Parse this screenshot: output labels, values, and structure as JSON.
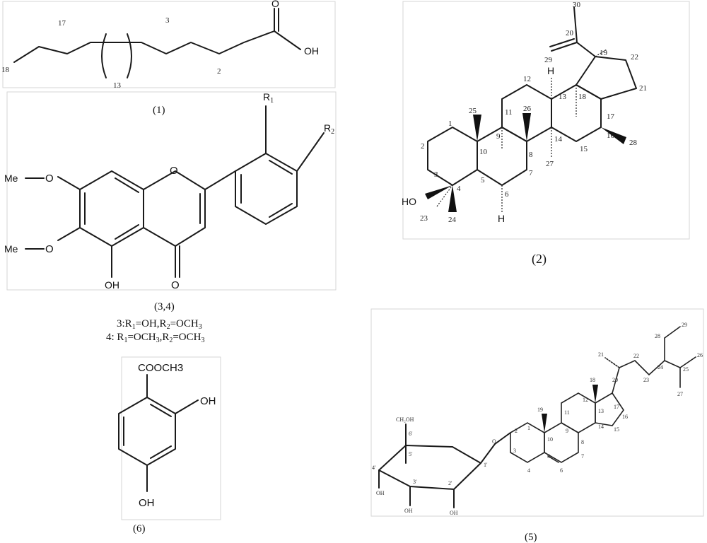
{
  "compound1": {
    "caption": "(1)",
    "carbons": {
      "c17": "17",
      "c3": "3",
      "c18": "18",
      "c2": "2",
      "repeat": "13"
    },
    "atoms": {
      "o": "O",
      "oh": "OH"
    }
  },
  "compound2": {
    "caption": "(2)",
    "ho": "HO",
    "h": "H",
    "numbers": [
      "30",
      "20",
      "29",
      "19",
      "22",
      "21",
      "12",
      "13",
      "18",
      "11",
      "17",
      "28",
      "25",
      "26",
      "1",
      "9",
      "10",
      "14",
      "2",
      "8",
      "27",
      "15",
      "16",
      "3",
      "4",
      "5",
      "7",
      "6",
      "23",
      "24"
    ]
  },
  "compound34": {
    "caption": "(3,4)",
    "line3": {
      "prefix": "3:R",
      "s1": "1",
      "mid": "=OH,R",
      "s2": "2",
      "suffix": "=OCH",
      "s3": "3"
    },
    "line4": {
      "prefix": "4: R",
      "s1": "1",
      "mid": "=OCH",
      "s2": "3",
      "mid2": ",R",
      "s3": "2",
      "mid3": "=OCH",
      "s4": "3"
    },
    "me1": "Me",
    "me2": "Me",
    "o": "O",
    "oh": "OH",
    "r1": "R",
    "r1sub": "1",
    "r2": "R",
    "r2sub": "2"
  },
  "compound5": {
    "caption": "(5)",
    "ch2oh": "CH₂OH",
    "oh": "OH",
    "o": "O",
    "numbers": [
      "29",
      "28",
      "26",
      "21",
      "22",
      "24",
      "23",
      "25",
      "27",
      "18",
      "20",
      "19",
      "12",
      "13",
      "17",
      "16",
      "11",
      "15",
      "14",
      "9",
      "10",
      "8",
      "2",
      "1",
      "3",
      "5",
      "7",
      "4",
      "6"
    ],
    "sugarNumbers": [
      "6'",
      "5'",
      "4'",
      "3'",
      "2'",
      "1'"
    ]
  },
  "compound6": {
    "caption": "(6)",
    "ester": "COOCH3",
    "oh": "OH"
  }
}
